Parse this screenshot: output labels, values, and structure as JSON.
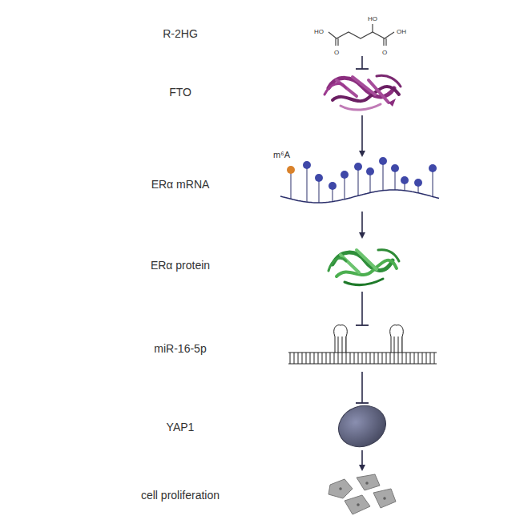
{
  "diagram": {
    "nodes": [
      {
        "text": [
          "R-2HG"
        ]
      },
      {
        "text": [
          "FTO"
        ]
      },
      {
        "text": [
          "ERα mRNA"
        ]
      },
      {
        "text": [
          "ERα protein"
        ]
      },
      {
        "text": [
          "miR-16-5p"
        ]
      },
      {
        "text": [
          "YAP1"
        ]
      },
      {
        "text": [
          "cell proliferation"
        ]
      }
    ],
    "edges": [
      {
        "from": 0,
        "to": 1,
        "arrow": "to"
      },
      {
        "from": 1,
        "to": 2,
        "arrow": "to"
      },
      {
        "from": 2,
        "to": 3,
        "arrow": "to"
      },
      {
        "from": 3,
        "to": 4,
        "arrow": "to"
      },
      {
        "from": 4,
        "to": 5,
        "arrow": "to"
      },
      {
        "from": 5,
        "to": 6,
        "arrow": "to"
      }
    ],
    "labels": [
      "HO",
      "O",
      "HO",
      "O",
      "OH",
      "m⁶A"
    ]
  }
}
